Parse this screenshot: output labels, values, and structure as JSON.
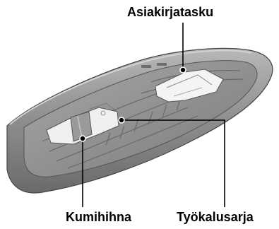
{
  "callouts": {
    "document_pocket": "Asiakirjatasku",
    "rubber_band": "Kumihihna",
    "tool_kit": "Työkalusarja"
  },
  "colors": {
    "tray_outer": "#7d7d7d",
    "tray_inner": "#9a9a9a",
    "tray_highlight": "#bdbdbd",
    "paper": "#f4f4f4",
    "leader_line": "#000000",
    "label_text": "#000000"
  }
}
